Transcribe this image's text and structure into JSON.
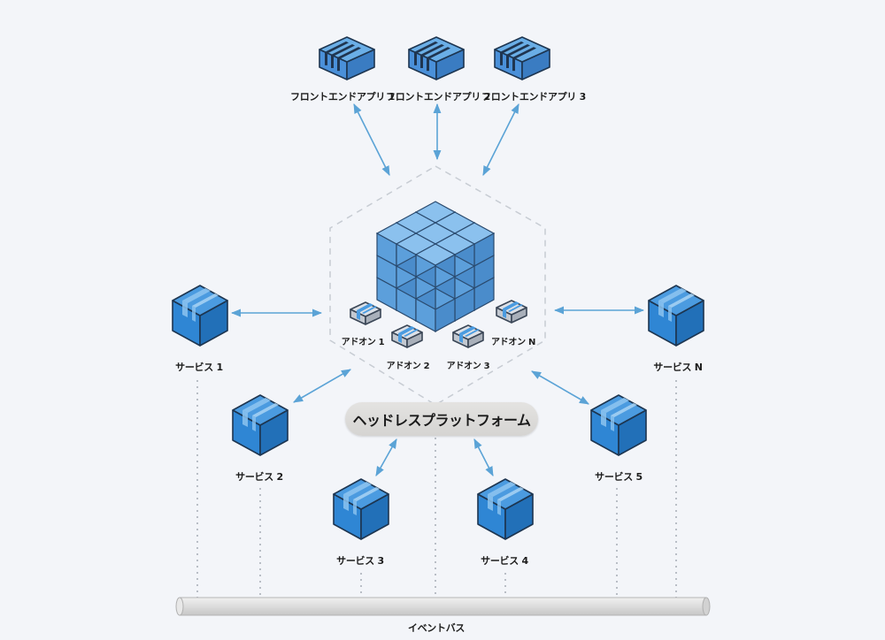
{
  "diagram": {
    "title": "ヘッドレスプラットフォーム",
    "frontends": [
      {
        "label": "フロントエンドアプリ 1"
      },
      {
        "label": "フロントエンドアプリ 2"
      },
      {
        "label": "フロントエンドアプリ 3"
      }
    ],
    "addons": [
      {
        "label": "アドオン 1"
      },
      {
        "label": "アドオン 2"
      },
      {
        "label": "アドオン 3"
      },
      {
        "label": "アドオン N"
      }
    ],
    "services": [
      {
        "label": "サービス 1"
      },
      {
        "label": "サービス 2"
      },
      {
        "label": "サービス 3"
      },
      {
        "label": "サービス 4"
      },
      {
        "label": "サービス 5"
      },
      {
        "label": "サービス N"
      }
    ],
    "event_bus": {
      "label": "イベントバス"
    },
    "connections": [
      {
        "from": "フロントエンドアプリ 1",
        "to": "ヘッドレスプラットフォーム",
        "type": "bidirectional"
      },
      {
        "from": "フロントエンドアプリ 2",
        "to": "ヘッドレスプラットフォーム",
        "type": "bidirectional"
      },
      {
        "from": "フロントエンドアプリ 3",
        "to": "ヘッドレスプラットフォーム",
        "type": "bidirectional"
      },
      {
        "from": "サービス 1",
        "to": "ヘッドレスプラットフォーム",
        "type": "bidirectional"
      },
      {
        "from": "サービス 2",
        "to": "ヘッドレスプラットフォーム",
        "type": "bidirectional"
      },
      {
        "from": "サービス 3",
        "to": "ヘッドレスプラットフォーム",
        "type": "bidirectional"
      },
      {
        "from": "サービス 4",
        "to": "ヘッドレスプラットフォーム",
        "type": "bidirectional"
      },
      {
        "from": "サービス 5",
        "to": "ヘッドレスプラットフォーム",
        "type": "bidirectional"
      },
      {
        "from": "サービス N",
        "to": "ヘッドレスプラットフォーム",
        "type": "bidirectional"
      },
      {
        "from": "サービス 1",
        "to": "イベントバス",
        "type": "dotted"
      },
      {
        "from": "サービス 2",
        "to": "イベントバス",
        "type": "dotted"
      },
      {
        "from": "サービス 3",
        "to": "イベントバス",
        "type": "dotted"
      },
      {
        "from": "サービス 4",
        "to": "イベントバス",
        "type": "dotted"
      },
      {
        "from": "サービス 5",
        "to": "イベントバス",
        "type": "dotted"
      },
      {
        "from": "サービス N",
        "to": "イベントバス",
        "type": "dotted"
      },
      {
        "from": "ヘッドレスプラットフォーム",
        "to": "イベントバス",
        "type": "dotted"
      }
    ],
    "colors": {
      "background": "#f3f5f9",
      "arrow": "#5ba3d6",
      "service_box": "#2f86d4",
      "frontend_box": "#4a90d9",
      "core_cube": "#6aaee6",
      "addon_box": "#c9ced6",
      "outline": "#1f3550",
      "platform_pill": "#dcdbd9",
      "hex_border": "#c7ccd3"
    }
  }
}
